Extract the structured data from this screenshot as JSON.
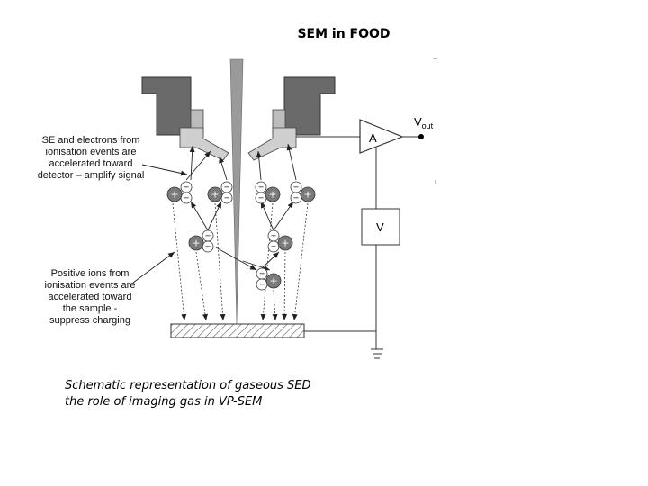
{
  "title": "SEM in FOOD",
  "annotations": {
    "upper": [
      "SE and electrons from",
      "ionisation events are",
      "accelerated toward",
      "detector – amplify signal"
    ],
    "lower": [
      "Positive ions from",
      "ionisation events are",
      "accelerated toward",
      "the sample -",
      "suppress charging"
    ]
  },
  "labels": {
    "amplifier": "A",
    "vout_main": "V",
    "vout_sub": "out",
    "voltage": "V"
  },
  "ion_symbols": {
    "positive": "+",
    "negative": "−"
  },
  "caption": [
    "Schematic representation of gaseous SED",
    "the role of imaging gas in VP-SEM"
  ]
}
